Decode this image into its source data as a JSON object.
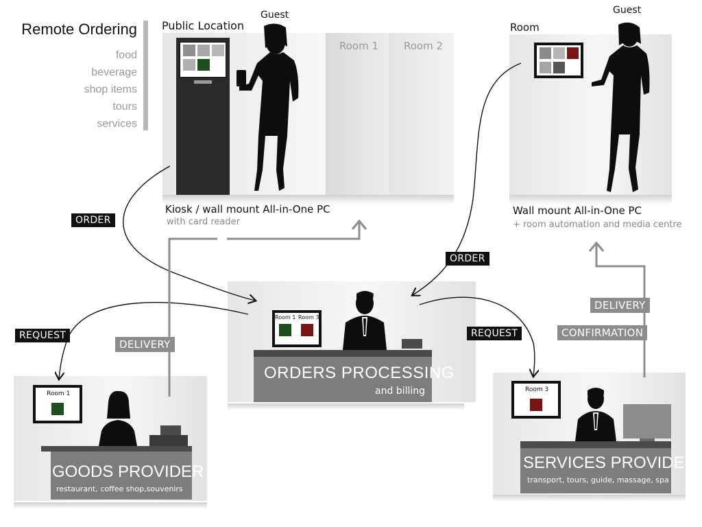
{
  "menu": {
    "title": "Remote Ordering",
    "items": [
      "food",
      "beverage",
      "shop items",
      "tours",
      "services"
    ]
  },
  "public_location": {
    "label": "Public Location",
    "guest": "Guest",
    "room1": "Room 1",
    "room2": "Room 2",
    "caption": "Kiosk / wall mount All-in-One PC",
    "subcaption": "with card reader"
  },
  "room": {
    "label": "Room",
    "guest": "Guest",
    "caption": "Wall mount All-in-One PC",
    "subcaption": "+ room automation and media centre"
  },
  "flow_labels": {
    "order_left": "ORDER",
    "order_right": "ORDER",
    "request_left": "REQUEST",
    "request_right": "REQUEST",
    "delivery_left": "DELIVERY",
    "delivery_right": "DELIVERY",
    "confirmation": "CONFIRMATION"
  },
  "orders_processing": {
    "monitor_room_a": "Room 1",
    "monitor_room_b": "Room 3",
    "title": "ORDERS PROCESSING",
    "subtitle": "and billing"
  },
  "goods_provider": {
    "monitor_room": "Room 1",
    "title": "GOODS PROVIDER",
    "subtitle": "restaurant, coffee shop,souvenirs"
  },
  "services_provider": {
    "monitor_room": "Room 3",
    "title": "SERVICES PROVIDER",
    "subtitle": "transport, tours, guide, massage, spa"
  },
  "colors": {
    "green": "#1e4d1e",
    "red": "#7a1414",
    "tile_gray": "#a8a8a8",
    "tile_dark": "#5a5a5a",
    "arrow_gray": "#8c8c8c"
  },
  "icons": [
    "person-silhouette-icon",
    "kiosk-icon",
    "tablet-icon",
    "monitor-icon",
    "arrow-icon"
  ]
}
